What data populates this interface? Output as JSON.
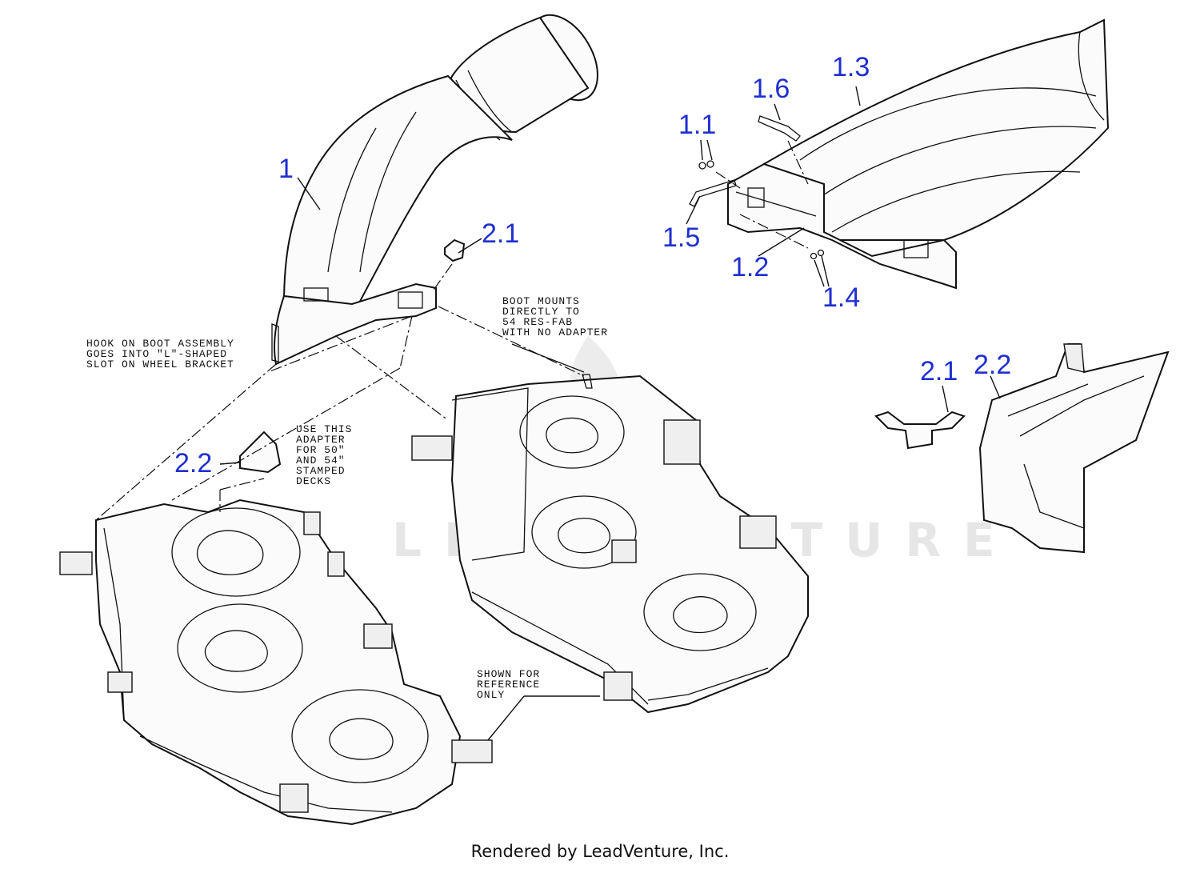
{
  "callouts": {
    "c1": "1",
    "c1_1": "1.1",
    "c1_2": "1.2",
    "c1_3": "1.3",
    "c1_4": "1.4",
    "c1_5": "1.5",
    "c1_6": "1.6",
    "c2_1_top": "2.1",
    "c2_1_right": "2.1",
    "c2_2_left": "2.2",
    "c2_2_right": "2.2"
  },
  "notes": {
    "boot_mounts": [
      "BOOT MOUNTS",
      "DIRECTLY TO",
      "54 RES-FAB",
      "WITH NO ADAPTER"
    ],
    "hook_on_boot": [
      "HOOK ON BOOT ASSEMBLY",
      "GOES INTO \"L\"-SHAPED",
      "SLOT ON WHEEL BRACKET"
    ],
    "use_adapter": [
      "USE THIS",
      "ADAPTER",
      "FOR 50\"",
      "AND 54\"",
      "STAMPED",
      "DECKS"
    ],
    "shown_for_reference": [
      "SHOWN FOR",
      "REFERENCE",
      "ONLY"
    ]
  },
  "watermark": "LEADVENTURE",
  "footer": "Rendered by LeadVenture, Inc.",
  "colors": {
    "callout": "#1f2fd0",
    "line": "#111111",
    "watermark": "#e6e6e6"
  }
}
